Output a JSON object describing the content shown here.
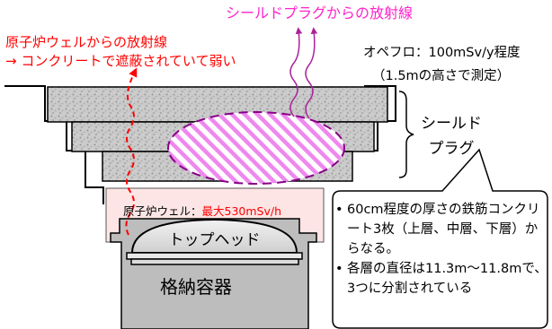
{
  "labels": {
    "reactor_radiation_line1": "原子炉ウェルからの放射線",
    "reactor_radiation_line2": "→ コンクリートで遮蔽されていて弱い",
    "plug_radiation": "シールドプラグからの放射線",
    "operating_floor": "オペフロ：100mSv/y程度",
    "measurement_height": "（1.5mの高さで測定）",
    "shield_plug_line1": "シールド",
    "shield_plug_line2": "プラグ",
    "reactor_well_prefix": "原子炉ウェル：",
    "reactor_well_value": "最大530mSv/h",
    "top_head": "トップヘッド",
    "containment_vessel": "格納容器"
  },
  "callout": {
    "items": [
      "60cm程度の厚さの鉄筋コンクリート3枚（上層、中層、下層）からなる。",
      "各層の直径は11.3m〜11.8mで、3つに分割されている"
    ]
  },
  "colors": {
    "reactor_radiation": "#ff0000",
    "plug_radiation": "#ff22cc",
    "concrete": "#c8c8c8",
    "reactor_well": "#fde5e5",
    "hatch_stripe": "#ee88ee",
    "hatch_border": "#880088",
    "containment": "#bdbdbd"
  }
}
